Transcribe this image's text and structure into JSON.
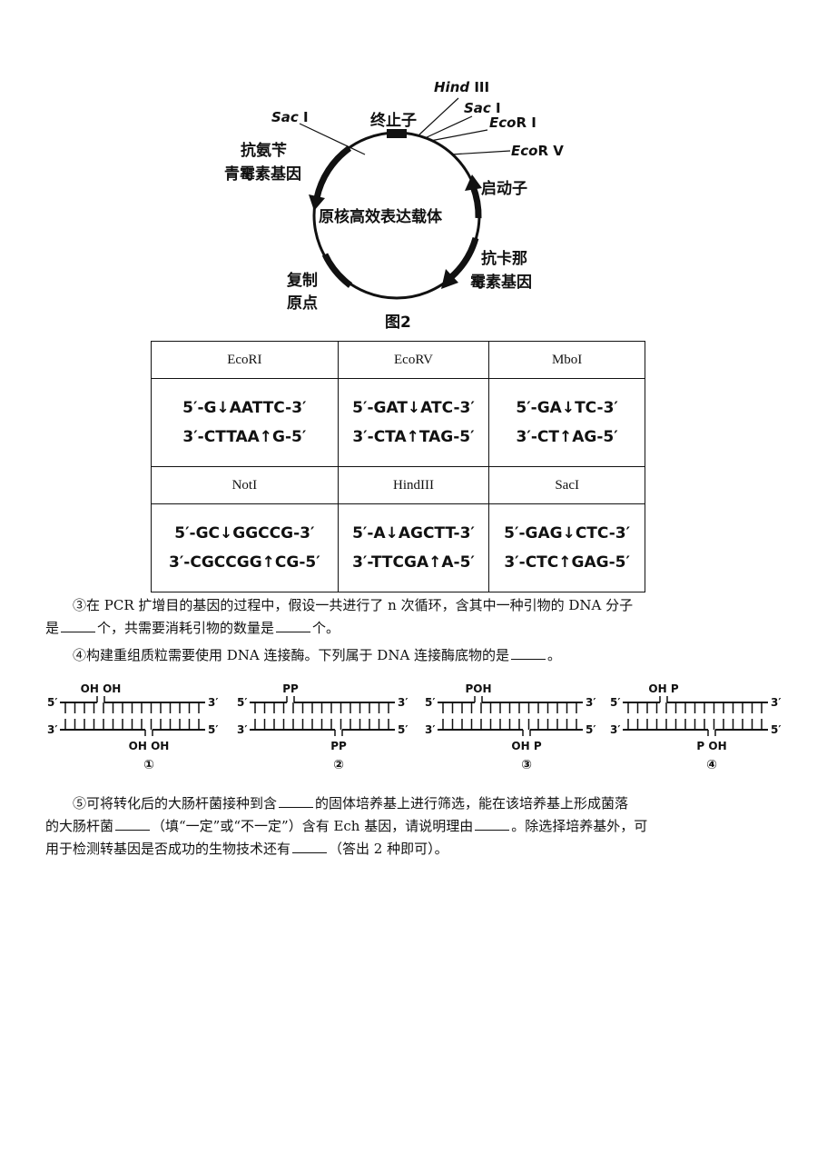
{
  "figure": {
    "caption": "图2",
    "center_label": "原核高效表达载体",
    "labels": {
      "terminator": "终止子",
      "promoter": "启动子",
      "amp_line1": "抗氨苄",
      "amp_line2": "青霉素基因",
      "kan_line1": "抗卡那",
      "kan_line2": "霉素基因",
      "ori_line1": "复制",
      "ori_line2": "原点"
    },
    "sites": {
      "saci_left_italic": "Sac",
      "saci_left_roman": " I",
      "hind_italic": "Hind",
      "hind_roman": " III",
      "saci_right_italic": "Sac",
      "saci_right_roman": " I",
      "ecori_italic": "Eco",
      "ecori_roman": "R I",
      "ecorv_italic": "Eco",
      "ecorv_roman": "R V"
    }
  },
  "enzymes": [
    {
      "name": "EcoRI",
      "top": "5′-G↓AATTC-3′",
      "bottom": "3′-CTTAA↑G-5′"
    },
    {
      "name": "EcoRV",
      "top": "5′-GAT↓ATC-3′",
      "bottom": "3′-CTA↑TAG-5′"
    },
    {
      "name": "MboI",
      "top": "5′-GA↓TC-3′",
      "bottom": "3′-CT↑AG-5′"
    },
    {
      "name": "NotI",
      "top": "5′-GC↓GGCCG-3′",
      "bottom": "3′-CGCCGG↑CG-5′"
    },
    {
      "name": "HindIII",
      "top": "5′-A↓AGCTT-3′",
      "bottom": "3′-TTCGA↑A-5′"
    },
    {
      "name": "SacI",
      "top": "5′-GAG↓CTC-3′",
      "bottom": "3′-CTC↑GAG-5′"
    }
  ],
  "q3": {
    "line1": "③在 PCR 扩增目的基因的过程中，假设一共进行了 n 次循环，含其中一种引物的 DNA 分子",
    "line2a": "是",
    "line2b": "个，共需要消耗引物的数量是",
    "line2c": "个。"
  },
  "q4": {
    "text_a": "④构建重组质粒需要使用 DNA 连接酶。下列属于 DNA 连接酶底物的是",
    "text_b": "。"
  },
  "dna_options": [
    {
      "num": "①",
      "top": "OH OH",
      "bottom": "OH OH"
    },
    {
      "num": "②",
      "top": "PP",
      "bottom": "PP"
    },
    {
      "num": "③",
      "top": "POH",
      "bottom": "OH P"
    },
    {
      "num": "④",
      "top": "OH P",
      "bottom": "P OH"
    }
  ],
  "dna_ends": {
    "five": "5′",
    "three": "3′"
  },
  "q5": {
    "l1a": "⑤可将转化后的大肠杆菌接种到含",
    "l1b": "的固体培养基上进行筛选，能在该培养基上形成菌落",
    "l2a": "的大肠杆菌",
    "l2b": "（填“一定”或“不一定”）含有 Ech 基因，请说明理由",
    "l2c": "。除选择培养基外，可",
    "l3a": "用于检测转基因是否成功的生物技术还有",
    "l3b": "（答出 2 种即可）。"
  }
}
